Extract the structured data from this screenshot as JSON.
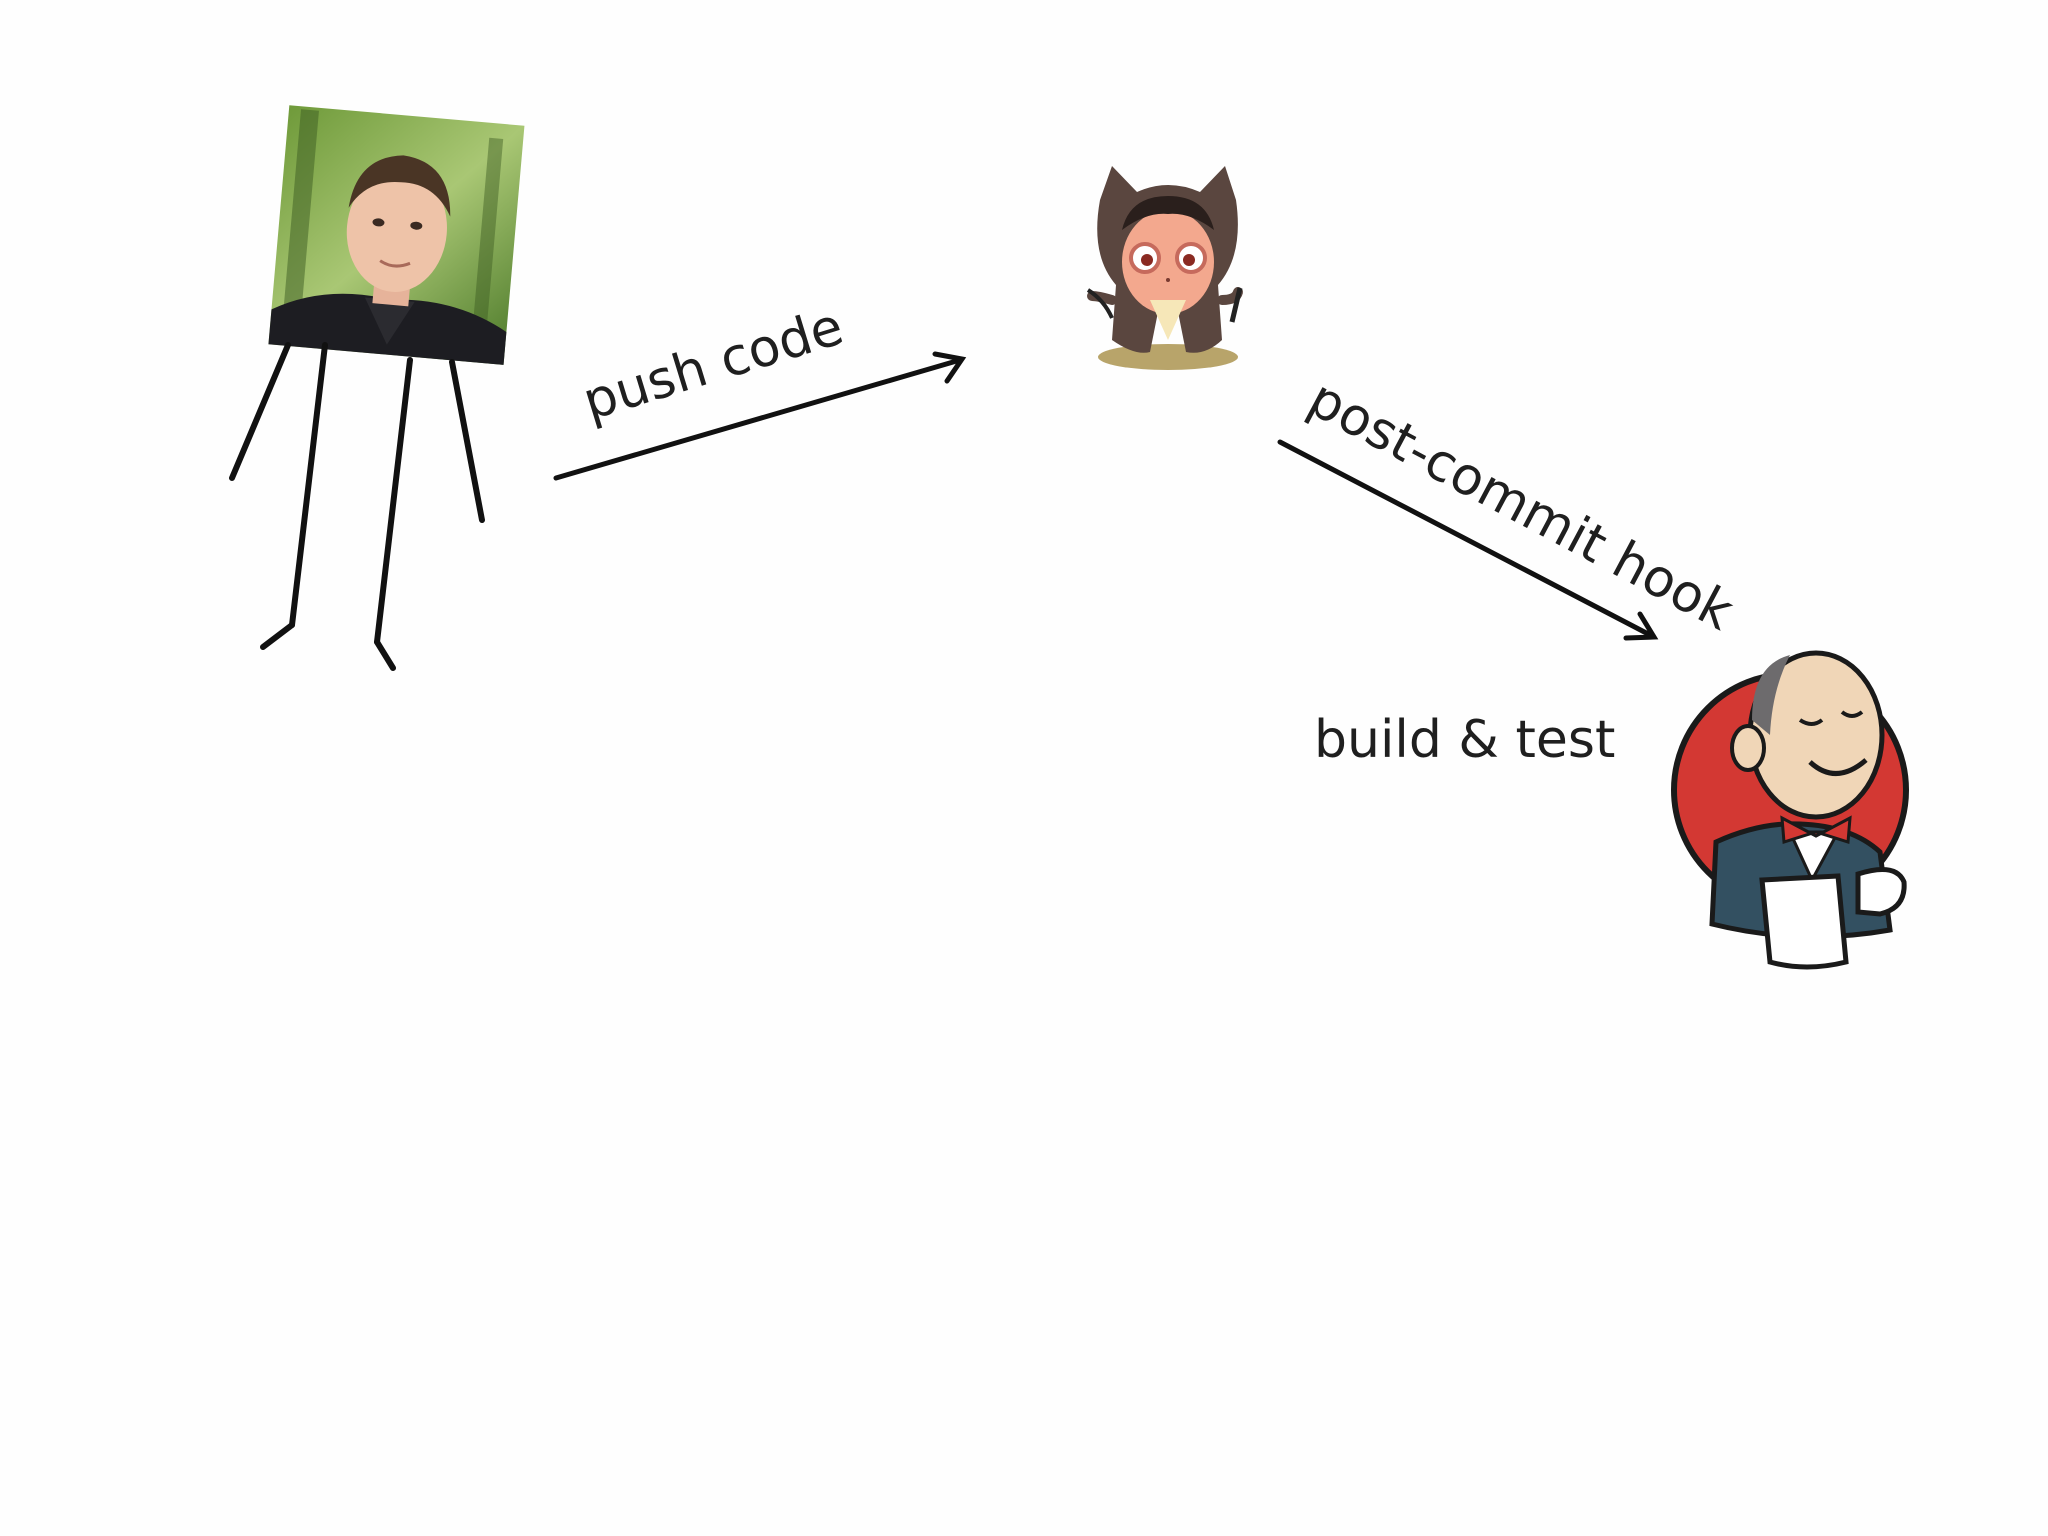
{
  "diagram": {
    "steps": [
      {
        "id": "push",
        "label": "push code"
      },
      {
        "id": "hook",
        "label": "post-commit hook"
      },
      {
        "id": "build",
        "label": "build & test"
      }
    ],
    "nodes": [
      {
        "id": "developer",
        "kind": "photo-stick-figure"
      },
      {
        "id": "github",
        "kind": "octocat-mascot"
      },
      {
        "id": "jenkins",
        "kind": "jenkins-butler"
      }
    ],
    "edges": [
      {
        "from": "developer",
        "to": "github",
        "label_ref": "push"
      },
      {
        "from": "github",
        "to": "jenkins",
        "label_ref": "hook"
      }
    ],
    "colors": {
      "ink": "#111111",
      "jenkins_red": "#d33833",
      "jenkins_jacket": "#335061",
      "octocat_brown": "#5a463f"
    }
  }
}
